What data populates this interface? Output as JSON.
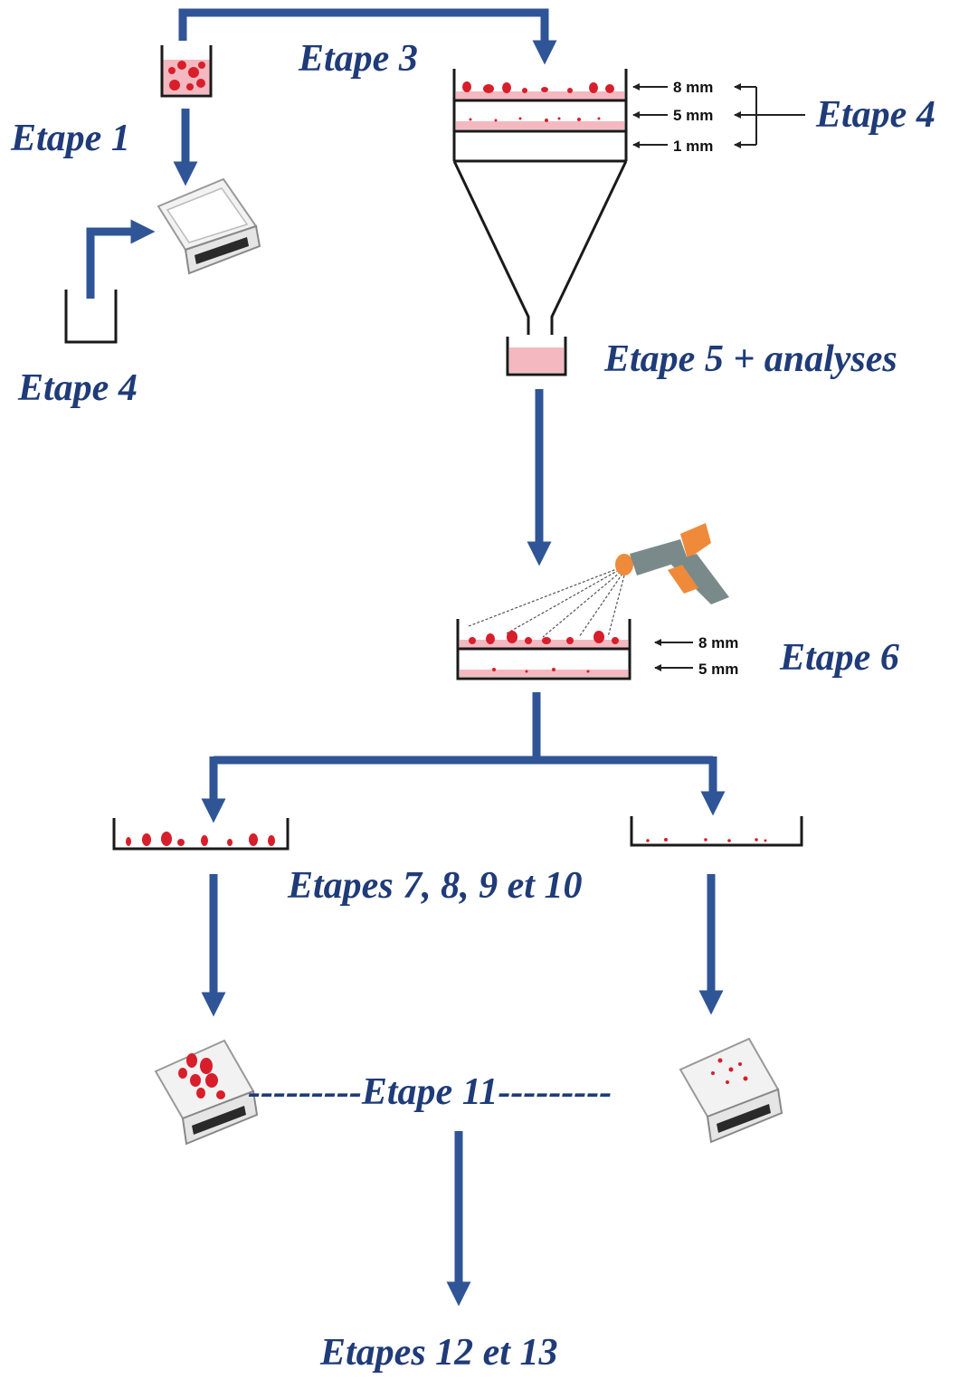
{
  "colors": {
    "arrow": "#2f5597",
    "label": "#1f3b78",
    "particle": "#d81e2a",
    "liquid": "#f4b9c0",
    "outline": "#1a1a1a"
  },
  "labels": {
    "etape1": "Etape 1",
    "etape3": "Etape 3",
    "etape4_left": "Etape 4",
    "etape4_right": "Etape 4",
    "etape5": "Etape 5 + analyses",
    "etape6": "Etape 6",
    "etapes7_10": "Etapes 7, 8, 9 et 10",
    "etape11": "---------Etape 11---------",
    "etapes12_13": "Etapes 12 et 13"
  },
  "sieve_stack": {
    "mesh_8": "8 mm",
    "mesh_5": "5 mm",
    "mesh_1": "1 mm"
  },
  "rinse_sieves": {
    "mesh_8": "8 mm",
    "mesh_5": "5 mm"
  },
  "icons": [
    "beaker-icon",
    "balance-icon",
    "funnel-icon",
    "spray-gun-icon",
    "tray-icon"
  ]
}
